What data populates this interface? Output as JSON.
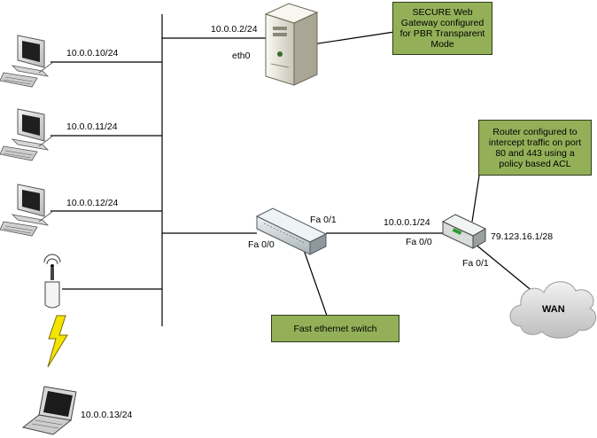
{
  "hosts": [
    {
      "ip": "10.0.0.10/24",
      "icon": "desktop-pc-icon"
    },
    {
      "ip": "10.0.0.11/24",
      "icon": "desktop-pc-icon"
    },
    {
      "ip": "10.0.0.12/24",
      "icon": "desktop-pc-icon"
    },
    {
      "ip": "10.0.0.13/24",
      "icon": "laptop-icon"
    }
  ],
  "gateway": {
    "ip": "10.0.0.2/24",
    "iface": "eth0",
    "note_lines": [
      "SECURE Web",
      "Gateway configured",
      "for PBR Transparent",
      "Mode"
    ],
    "icon": "server-tower-icon"
  },
  "switch": {
    "port_up": "Fa 0/1",
    "port_down": "Fa 0/0",
    "note": "Fast ethernet switch",
    "icon": "network-switch-icon"
  },
  "router": {
    "lan_ip": "10.0.0.1/24",
    "lan_port": "Fa 0/0",
    "wan_ip": "79.123.16.1/28",
    "wan_port": "Fa 0/1",
    "note_lines": [
      "Router configured to",
      "intercept traffic on port",
      "80 and 443 using a",
      "policy based ACL"
    ],
    "icon": "router-icon"
  },
  "wan": {
    "label": "WAN",
    "icon": "cloud-icon"
  },
  "wireless": {
    "ap_icon": "wireless-antenna-icon",
    "link_icon": "lightning-bolt-icon"
  },
  "colors": {
    "note_fill": "#93b058",
    "line": "#000000"
  }
}
